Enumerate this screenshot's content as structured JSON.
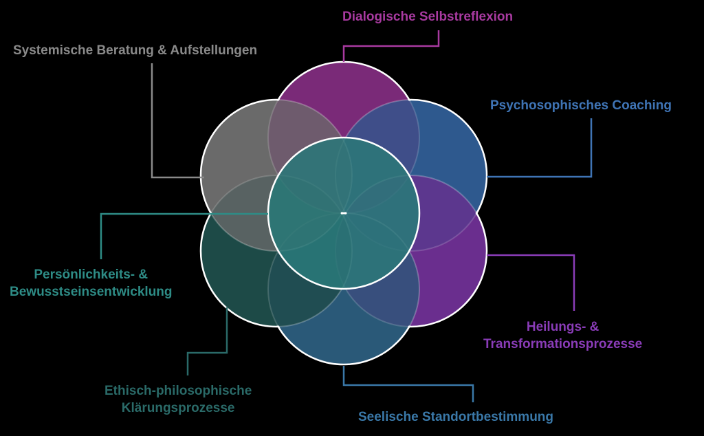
{
  "diagram": {
    "title": "",
    "nodes": [
      {
        "id": "dialogische",
        "label_lines": [
          "Dialogische Selbstreflexion"
        ],
        "color": "#a83aa0",
        "fill": "#7a2a78"
      },
      {
        "id": "psychosophisches",
        "label_lines": [
          "Psychosophisches Coaching"
        ],
        "color": "#3f74b5",
        "fill": "#2e5a8e"
      },
      {
        "id": "heilungs",
        "label_lines": [
          "Heilungs- &",
          "Transformationsprozesse"
        ],
        "color": "#8a3cb8",
        "fill": "#6a2e8e"
      },
      {
        "id": "seelische",
        "label_lines": [
          "Seelische Standortbestimmung"
        ],
        "color": "#3a78a8",
        "fill": "#2a5a78"
      },
      {
        "id": "ethisch",
        "label_lines": [
          "Ethisch-philosophische",
          "Klärungsprozesse"
        ],
        "color": "#2a6a68",
        "fill": "#1e4a48"
      },
      {
        "id": "persoenlichkeits",
        "label_lines": [
          "Persönlichkeits- &",
          "Bewusstseinsentwicklung"
        ],
        "color": "#2e8c86",
        "fill": "#2a7a78"
      },
      {
        "id": "systemische",
        "label_lines": [
          "Systemische Beratung & Aufstellungen"
        ],
        "color": "#8a8a8a",
        "fill": "#6a6a6a"
      }
    ],
    "stroke_color": "#ffffff"
  }
}
